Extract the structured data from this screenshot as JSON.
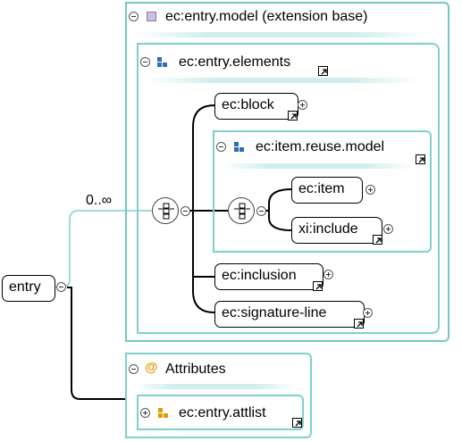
{
  "model": {
    "title": "ec:entry.model (extension base)",
    "icon": "model-group-icon"
  },
  "elements_group": {
    "title": "ec:entry.elements"
  },
  "reuse_group": {
    "title": "ec:item.reuse.model"
  },
  "attributes": {
    "title": "Attributes",
    "attlist": "ec:entry.attlist"
  },
  "nodes": {
    "entry": "entry",
    "block": "ec:block",
    "item": "ec:item",
    "include": "xi:include",
    "inclusion": "ec:inclusion",
    "signature": "ec:signature-line"
  },
  "multiplicity": "0..∞",
  "colors": {
    "group_border": "#7fd0cc",
    "attr_icon": "#e29a00",
    "model_icon": "#cdbfe0",
    "group_icon": "#2f6db5"
  }
}
